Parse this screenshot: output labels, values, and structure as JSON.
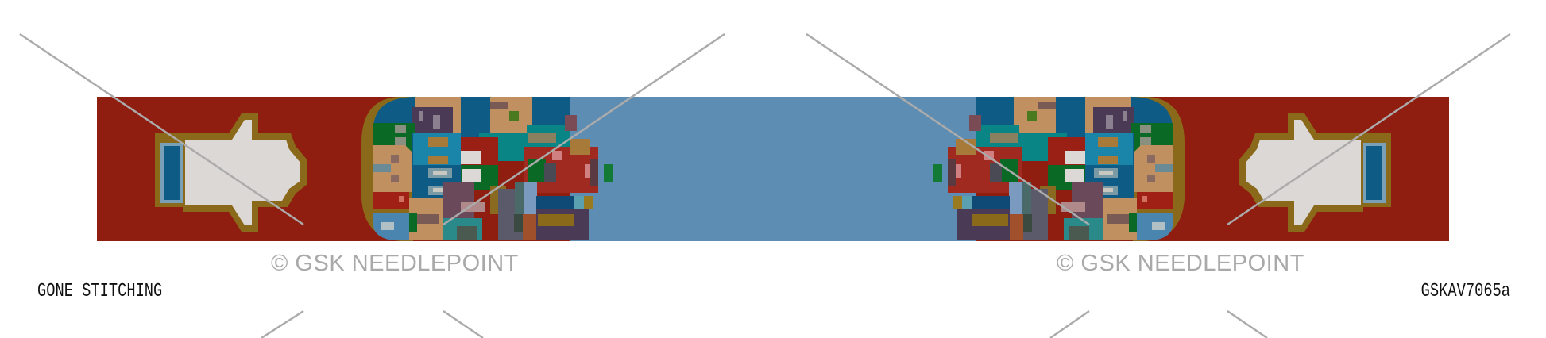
{
  "canvas": {
    "title": "GONE STITCHING",
    "product_code": "GSKAV7065a",
    "watermark": "© GSK NEEDLEPOINT"
  },
  "colors": {
    "background_red": "#8f1d10",
    "center_blue": "#5e8db3",
    "gold": "#8a6a1a",
    "hand_light": "#dcd8d6",
    "cuff_blue": "#0e5c85",
    "watermark_gray": "#a9a9a9"
  }
}
